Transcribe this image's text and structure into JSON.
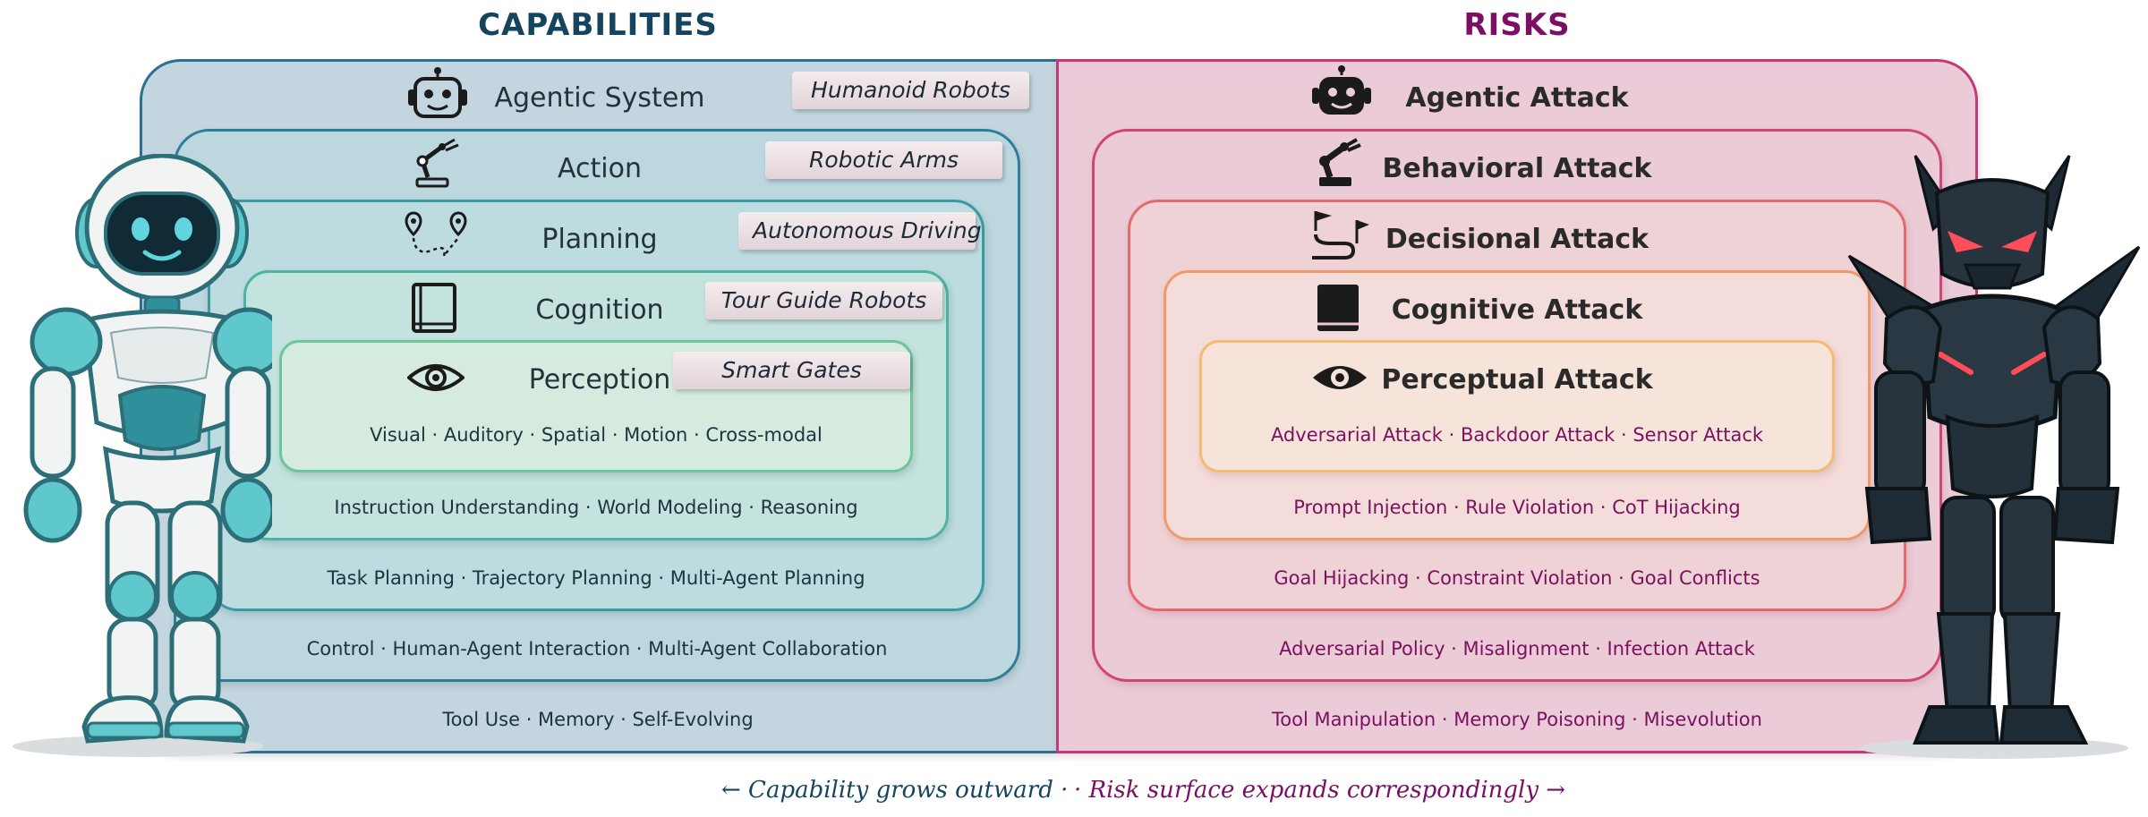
{
  "headings": {
    "capabilities": "CAPABILITIES",
    "risks": "RISKS"
  },
  "capabilities": {
    "layers": [
      {
        "title": "Agentic System",
        "tag": "Humanoid Robots",
        "items": "Tool Use · Memory · Self-Evolving",
        "icon": "robot-head-icon"
      },
      {
        "title": "Action",
        "tag": "Robotic Arms",
        "items": "Control · Human-Agent Interaction · Multi-Agent Collaboration",
        "icon": "robotic-arm-icon"
      },
      {
        "title": "Planning",
        "tag": "Autonomous Driving",
        "items": "Task Planning · Trajectory Planning · Multi-Agent Planning",
        "icon": "route-pins-icon"
      },
      {
        "title": "Cognition",
        "tag": "Tour Guide Robots",
        "items": "Instruction Understanding · World Modeling · Reasoning",
        "icon": "book-icon"
      },
      {
        "title": "Perception",
        "tag": "Smart Gates",
        "items": "Visual · Auditory · Spatial · Motion · Cross-modal",
        "icon": "eye-icon"
      }
    ]
  },
  "risks": {
    "layers": [
      {
        "title": "Agentic Attack",
        "items": "Tool Manipulation · Memory Poisoning · Misevolution",
        "icon": "robot-head-icon"
      },
      {
        "title": "Behavioral Attack",
        "items": "Adversarial Policy · Misalignment · Infection Attack",
        "icon": "robotic-arm-icon"
      },
      {
        "title": "Decisional Attack",
        "items": "Goal Hijacking · Constraint Violation · Goal Conflicts",
        "icon": "route-flags-icon"
      },
      {
        "title": "Cognitive Attack",
        "items": "Prompt Injection · Rule Violation · CoT Hijacking",
        "icon": "book-icon"
      },
      {
        "title": "Perceptual Attack",
        "items": "Adversarial Attack · Backdoor Attack · Sensor Attack",
        "icon": "eye-icon"
      }
    ]
  },
  "footer": {
    "left": "← Capability grows outward ·",
    "right": "· Risk surface expands correspondingly →"
  },
  "colors": {
    "cap_heading": "#15455e",
    "risk_heading": "#7a0f63",
    "cap_borders": [
      "#2f6f8e",
      "#2d7f98",
      "#3a9aa2",
      "#4db3a3",
      "#6cc69a"
    ],
    "risk_borders": [
      "#c23a78",
      "#cf4676",
      "#e36a6a",
      "#ef9a6a",
      "#f3bc70"
    ]
  }
}
